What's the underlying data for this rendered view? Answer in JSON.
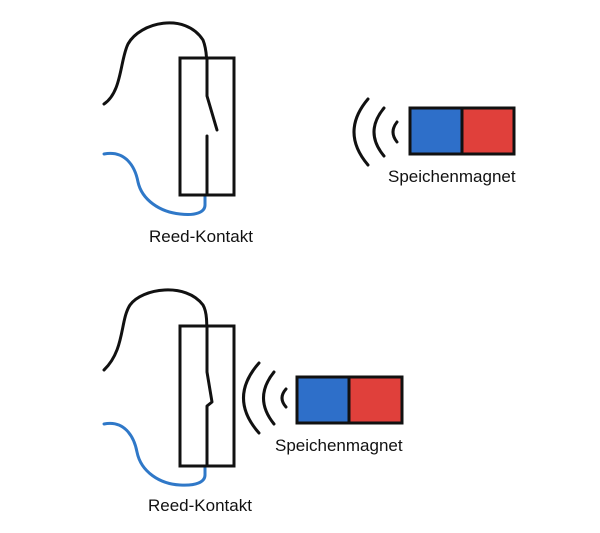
{
  "panels": [
    {
      "state": "open",
      "sensor_label": "Reed-Kontakt",
      "magnet_label": "Speichenmagnet"
    },
    {
      "state": "closed",
      "sensor_label": "Reed-Kontakt",
      "magnet_label": "Speichenmagnet"
    }
  ],
  "colors": {
    "wire_black": "#111111",
    "wire_blue": "#2f78c8",
    "magnet_blue": "#2e6fc9",
    "magnet_red": "#e0403b",
    "outline": "#111111"
  }
}
